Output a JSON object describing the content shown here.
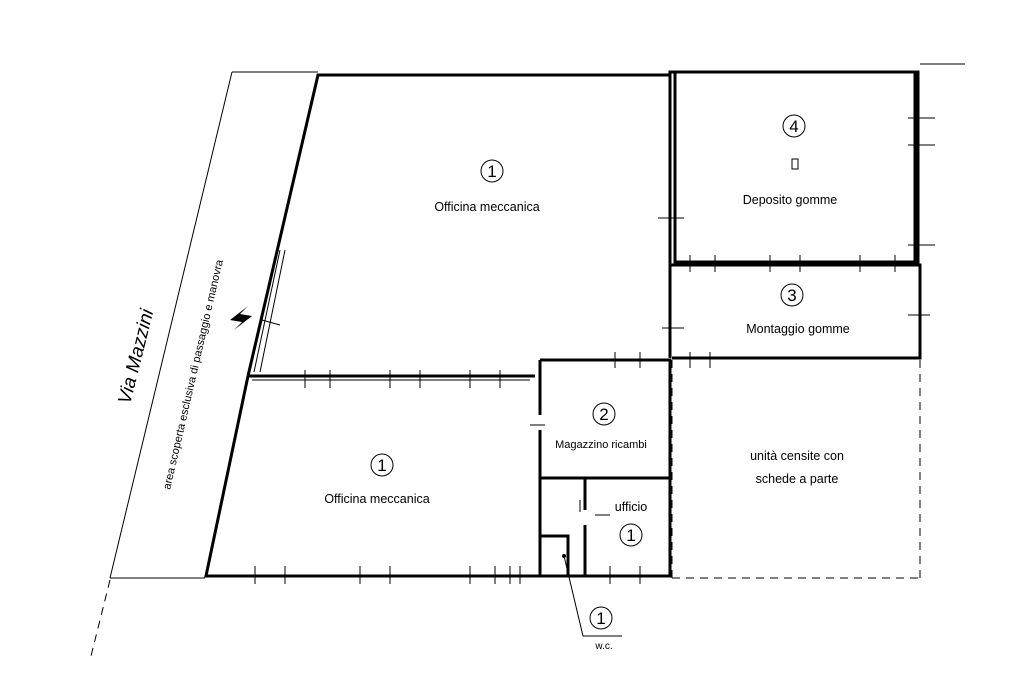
{
  "street": {
    "name": "Via Mazzini"
  },
  "outdoor_area": {
    "label": "area scoperta esclusiva di passaggio e manovra"
  },
  "rooms": [
    {
      "id": "officina-top",
      "label": "Officina meccanica",
      "number": "1"
    },
    {
      "id": "deposito",
      "label": "Deposito gomme",
      "number": "4"
    },
    {
      "id": "montaggio",
      "label": "Montaggio gomme",
      "number": "3"
    },
    {
      "id": "magazzino",
      "label": "Magazzino ricambi",
      "number": "2"
    },
    {
      "id": "officina-bottom",
      "label": "Officina meccanica",
      "number": "1"
    },
    {
      "id": "ufficio",
      "label": "ufficio",
      "number": "1"
    },
    {
      "id": "wc",
      "label": "w.c.",
      "number": "1"
    }
  ],
  "other_units": {
    "line1": "unità censite con",
    "line2": "schede a parte"
  }
}
